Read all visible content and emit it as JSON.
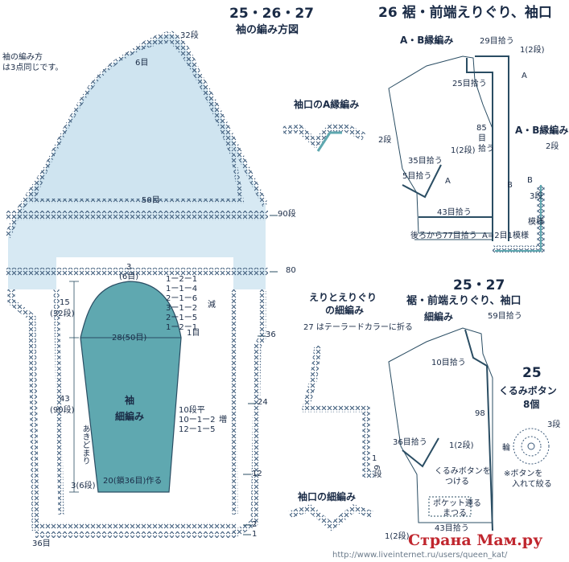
{
  "header": {
    "main_title": "25・26・27",
    "main_subtitle": "袖の編み方図",
    "r1_title": "26 裾・前端えりぐり、袖口",
    "r1_sub": "A・B縁編み",
    "r2_title": "25・27",
    "r2_title2": "裾・前端えりぐり、袖口",
    "r2_sub": "細編み",
    "r3_title": "25",
    "r3_sub1": "くるみボタン",
    "r3_sub2": "8個"
  },
  "left_notes": {
    "note1": "袖の編み方",
    "note2": "は3点同じです。"
  },
  "sleeve_diagram": {
    "label_32": "32段",
    "label_6me": "6目",
    "label_50me": "50目",
    "label_90dan": "90段",
    "label_80": "80",
    "label_36": "36",
    "label_24": "24",
    "label_12": "12",
    "label_2": "2",
    "label_1": "1",
    "label_36me": "36目",
    "dim_15": "15",
    "dim_32dan": "(32段)",
    "dim_43": "43",
    "dim_90dan": "(90段)",
    "top_3": "3",
    "top_6me": "(6目)",
    "width_28": "28(50目)",
    "sleeve_name": "袖",
    "sleeve_stitch": "細編み",
    "bottom_20": "20(鎖36目)作る",
    "bottom_3": "3(6段)",
    "side_ake": "あきどまり",
    "dec_rows": [
      "1ー2ー1",
      "1ー1ー4",
      "2ー1ー6",
      "3ー1ー2",
      "2ー1ー5",
      "1ー2ー1"
    ],
    "dec_label": "減",
    "inc_rows": [
      "10段平",
      "10ー1ー2",
      "12ー1ー5"
    ],
    "inc_label": "増",
    "label_1me": "1目"
  },
  "cuff_a": {
    "title": "袖口のA縁編み",
    "label_2dan": "2段"
  },
  "collar": {
    "title1": "えりとえりぐり",
    "title2": "の細編み",
    "note_27": "27 はテーラードカラーに折る",
    "label_1": "1",
    "label_6dan": "6段"
  },
  "cuff_s": {
    "title": "袖口の細編み"
  },
  "body26": {
    "l_29": "29目拾う",
    "l_1_2dan": "1(2段)",
    "l_A": "A",
    "l_25": "25目拾う",
    "l_85": "85",
    "l_me": "目",
    "l_hirou": "拾う",
    "l_35": "35目拾う",
    "l_5": "5目拾う",
    "l_12": "1(2段)",
    "l_A2": "A",
    "l_B": "B",
    "l_43": "43目拾う",
    "l_back": "後ろから77目拾う",
    "l_aeq": "A=2目1模様",
    "l_ab": "A・B縁編み",
    "l_2dan": "2段",
    "l_b2": "B",
    "l_3dan": "3段",
    "l_pattern": "模様"
  },
  "body25": {
    "l_59": "59目拾う",
    "l_10": "10目拾う",
    "l_98": "98",
    "l_36": "36目拾う",
    "l_1_2": "1(2段)",
    "l_kurumi1": "くるみボタンを",
    "l_kurumi2": "つける",
    "l_pocket1": "ポケット連る",
    "l_pocket2": "まつる",
    "l_43": "43目拾う",
    "l_1_2b": "1(2段)"
  },
  "button": {
    "label_3dan": "3段",
    "label_ring": "輪",
    "note1": "※ボタンを",
    "note2": "入れて絞る"
  },
  "footer": {
    "url": "http://www.liveinternet.ru/users/queen_kat/",
    "logo": "Страна Мам.ру"
  }
}
